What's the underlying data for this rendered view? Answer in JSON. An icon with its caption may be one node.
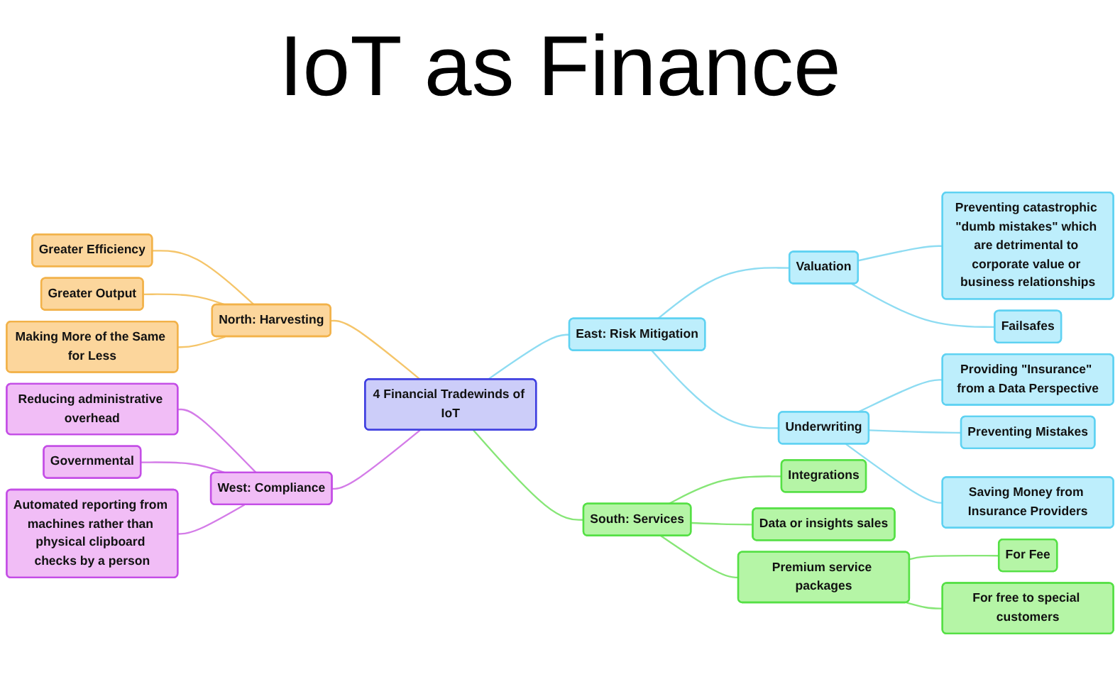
{
  "diagram": {
    "title": "IoT as Finance",
    "nodes": [
      {
        "text": [
          "4 Financial Tradewinds of IoT"
        ]
      },
      {
        "text": [
          "North: Harvesting"
        ]
      },
      {
        "text": [
          "Greater Efficiency"
        ]
      },
      {
        "text": [
          "Greater Output"
        ]
      },
      {
        "text": [
          "Making More of the Same for Less"
        ]
      },
      {
        "text": [
          "West: Compliance"
        ]
      },
      {
        "text": [
          "Reducing administrative overhead"
        ]
      },
      {
        "text": [
          "Governmental"
        ]
      },
      {
        "text": [
          "Automated reporting from machines rather than physical clipboard checks by a person"
        ]
      },
      {
        "text": [
          "East: Risk Mitigation"
        ]
      },
      {
        "text": [
          "Valuation"
        ]
      },
      {
        "text": [
          "Preventing catastrophic \"dumb mistakes\" which are detrimental to corporate value or business relationships"
        ]
      },
      {
        "text": [
          "Failsafes"
        ]
      },
      {
        "text": [
          "Underwriting"
        ]
      },
      {
        "text": [
          "Providing \"Insurance\" from a Data Perspective"
        ]
      },
      {
        "text": [
          "Preventing Mistakes"
        ]
      },
      {
        "text": [
          "Saving Money from Insurance Providers"
        ]
      },
      {
        "text": [
          "South: Services"
        ]
      },
      {
        "text": [
          "Integrations"
        ]
      },
      {
        "text": [
          "Data or insights sales"
        ]
      },
      {
        "text": [
          "Premium service packages"
        ]
      },
      {
        "text": [
          "For Fee"
        ]
      },
      {
        "text": [
          "For free to special customers"
        ]
      }
    ],
    "edges": [
      {
        "from": 1,
        "to": 0,
        "arrow": "none",
        "color": "#f5c56a"
      },
      {
        "from": 2,
        "to": 1,
        "arrow": "none",
        "color": "#f5c56a"
      },
      {
        "from": 3,
        "to": 1,
        "arrow": "none",
        "color": "#f5c56a"
      },
      {
        "from": 4,
        "to": 1,
        "arrow": "none",
        "color": "#f5c56a"
      },
      {
        "from": 5,
        "to": 0,
        "arrow": "none",
        "color": "#d47ce8"
      },
      {
        "from": 6,
        "to": 5,
        "arrow": "none",
        "color": "#d47ce8"
      },
      {
        "from": 7,
        "to": 5,
        "arrow": "none",
        "color": "#d47ce8"
      },
      {
        "from": 8,
        "to": 5,
        "arrow": "none",
        "color": "#d47ce8"
      },
      {
        "from": 0,
        "to": 9,
        "arrow": "none"
      },
      {
        "from": 9,
        "to": 10,
        "arrow": "none"
      },
      {
        "from": 10,
        "to": 11,
        "arrow": "none"
      },
      {
        "from": 10,
        "to": 12,
        "arrow": "none"
      },
      {
        "from": 9,
        "to": 13,
        "arrow": "none"
      },
      {
        "from": 13,
        "to": 14,
        "arrow": "none"
      },
      {
        "from": 13,
        "to": 15,
        "arrow": "none"
      },
      {
        "from": 13,
        "to": 16,
        "arrow": "none"
      },
      {
        "from": 0,
        "to": 17,
        "arrow": "none",
        "color": "#86e676"
      },
      {
        "from": 17,
        "to": 18,
        "arrow": "none",
        "color": "#86e676"
      },
      {
        "from": 17,
        "to": 19,
        "arrow": "none",
        "color": "#86e676"
      },
      {
        "from": 17,
        "to": 20,
        "arrow": "none",
        "color": "#86e676"
      },
      {
        "from": 20,
        "to": 21,
        "arrow": "none",
        "color": "#86e676"
      },
      {
        "from": 20,
        "to": 22,
        "arrow": "none",
        "color": "#86e676"
      }
    ]
  }
}
